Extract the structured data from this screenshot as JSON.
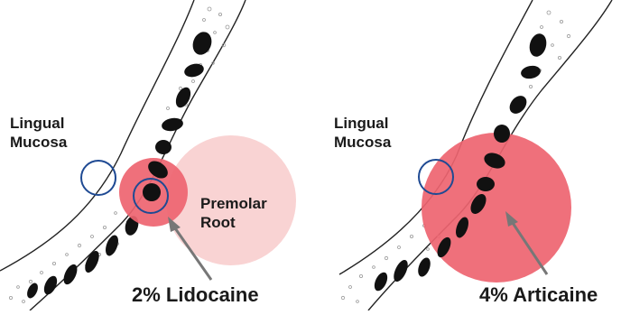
{
  "left_panel": {
    "mucosa_label_line1": "Lingual",
    "mucosa_label_line2": "Mucosa",
    "root_label_line1": "Premolar",
    "root_label_line2": "Root",
    "anesthetic_label": "2% Lidocaine"
  },
  "right_panel": {
    "mucosa_label_line1": "Lingual",
    "mucosa_label_line2": "Mucosa",
    "anesthetic_label": "4% Articaine"
  },
  "colors": {
    "diffusion_strong": "#ee6470",
    "diffusion_light": "#f9d3d3",
    "target_ring": "#1f4a93",
    "arrow": "#777777",
    "bone_outline": "#222222",
    "marrow_spots": "#111111",
    "trabecular_dots": "#9a9a9a"
  }
}
